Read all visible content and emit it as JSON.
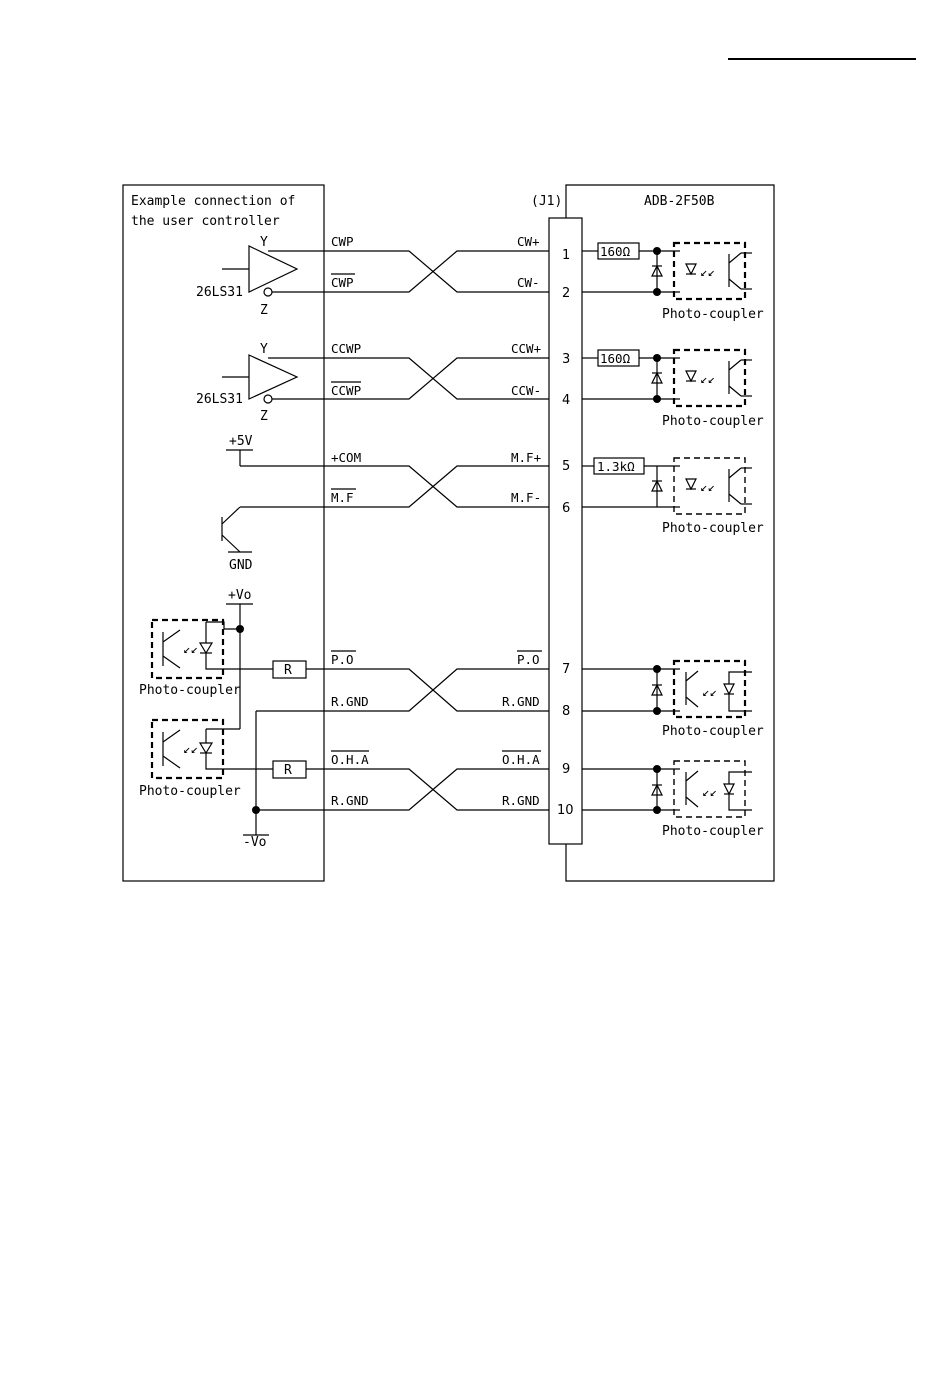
{
  "header_rule": true,
  "controller": {
    "caption_line1": "Example connection of",
    "caption_line2": "the user controller",
    "driver1": {
      "out_y": "Y",
      "out_z": "Z",
      "part": "26LS31"
    },
    "driver2": {
      "out_y": "Y",
      "out_z": "Z",
      "part": "26LS31"
    },
    "supply_5v": "+5V",
    "gnd": "GND",
    "vo_plus": "+Vo",
    "vo_minus": "-Vo",
    "coupler_label": "Photo-coupler",
    "resistor": "R"
  },
  "connector": {
    "name": "(J1)"
  },
  "device": {
    "name": "ADB-2F50B",
    "coupler_label": "Photo-coupler"
  },
  "signals": [
    {
      "pin": "1",
      "left": "CWP",
      "right": "CW+",
      "left_bar": false,
      "right_bar": false
    },
    {
      "pin": "2",
      "left": "CWP",
      "right": "CW-",
      "left_bar": true,
      "right_bar": false
    },
    {
      "pin": "3",
      "left": "CCWP",
      "right": "CCW+",
      "left_bar": false,
      "right_bar": false
    },
    {
      "pin": "4",
      "left": "CCWP",
      "right": "CCW-",
      "left_bar": true,
      "right_bar": false
    },
    {
      "pin": "5",
      "left": "+COM",
      "right": "M.F+",
      "left_bar": false,
      "right_bar": false
    },
    {
      "pin": "6",
      "left": "M.F",
      "right": "M.F-",
      "left_bar": true,
      "right_bar": false
    },
    {
      "pin": "7",
      "left": "P.O",
      "right": "P.O",
      "left_bar": true,
      "right_bar": true
    },
    {
      "pin": "8",
      "left": "R.GND",
      "right": "R.GND",
      "left_bar": false,
      "right_bar": false
    },
    {
      "pin": "9",
      "left": "O.H.A",
      "right": "O.H.A",
      "left_bar": true,
      "right_bar": true
    },
    {
      "pin": "10",
      "left": "R.GND",
      "right": "R.GND",
      "left_bar": false,
      "right_bar": false
    }
  ],
  "resistors": [
    "160Ω",
    "160Ω",
    "1.3kΩ"
  ]
}
